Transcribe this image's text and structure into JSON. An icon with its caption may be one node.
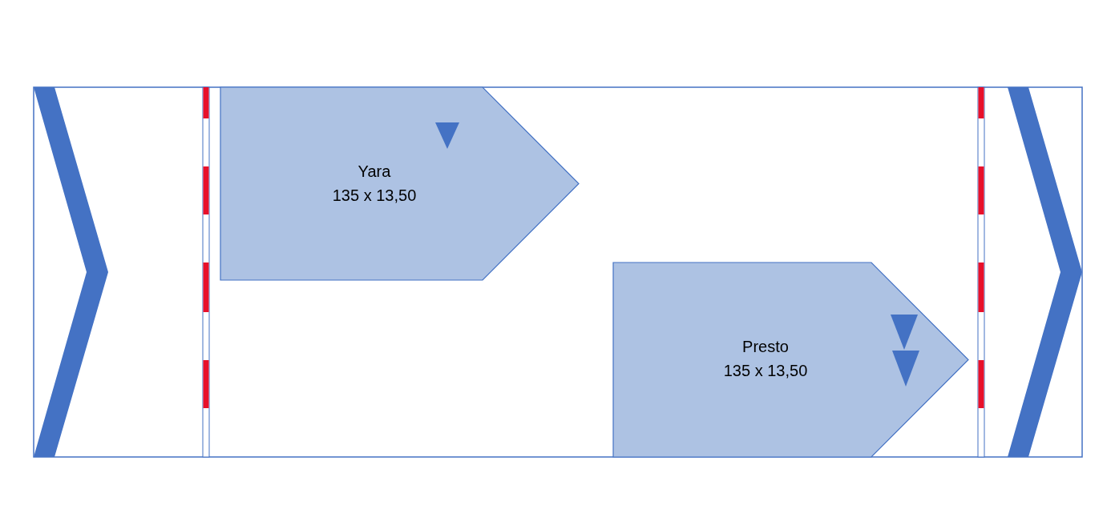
{
  "diagram": {
    "nodes": [
      {
        "text": [
          "Yara",
          "135 x 13,50"
        ]
      },
      {
        "text": [
          "Presto",
          "135 x 13,50"
        ]
      }
    ]
  }
}
